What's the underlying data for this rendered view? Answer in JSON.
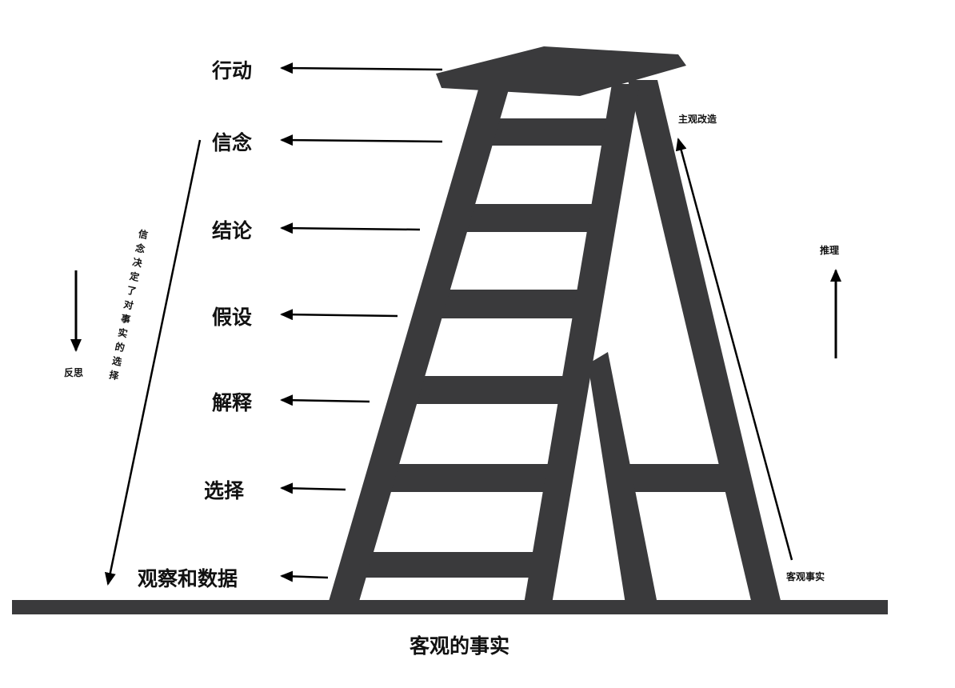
{
  "colors": {
    "ladder": "#3a3a3c",
    "text": "#111111",
    "arrow": "#000000"
  },
  "levels": [
    "行动",
    "信念",
    "结论",
    "假设",
    "解释",
    "选择",
    "观察和数据"
  ],
  "left_notes": {
    "reflect": "反思",
    "belief_note": "信念决定了对事实的选择"
  },
  "right_notes": {
    "subjective": "主观改造",
    "objective": "客观事实",
    "reasoning": "推理"
  },
  "ground_label": "客观的事实"
}
